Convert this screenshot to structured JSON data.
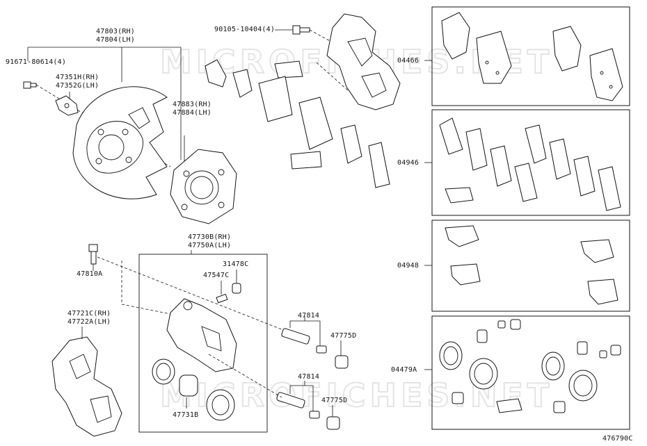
{
  "callouts": {
    "c47803": "47803(RH)",
    "c47804": "47804(LH)",
    "c91671": "91671-80614(4)",
    "c47351h": "47351H(RH)",
    "c47352g": "47352G(LH)",
    "c47883": "47883(RH)",
    "c47884": "47884(LH)",
    "c90105": "90105-10404(4)",
    "c47730b": "47730B(RH)",
    "c47750a": "47750A(LH)",
    "c31478c": "31478C",
    "c47547c": "47547C",
    "c47810a": "47810A",
    "c47721c": "47721C(RH)",
    "c47722a": "47722A(LH)",
    "c47814a": "47814",
    "c47775da": "47775D",
    "c47814b": "47814",
    "c47775db": "47775D",
    "c47731b": "47731B"
  },
  "kits": {
    "k04466": "04466",
    "k04946": "04946",
    "k04948": "04948",
    "k04479a": "04479A"
  },
  "footer": {
    "diagram_code": "476790C"
  }
}
